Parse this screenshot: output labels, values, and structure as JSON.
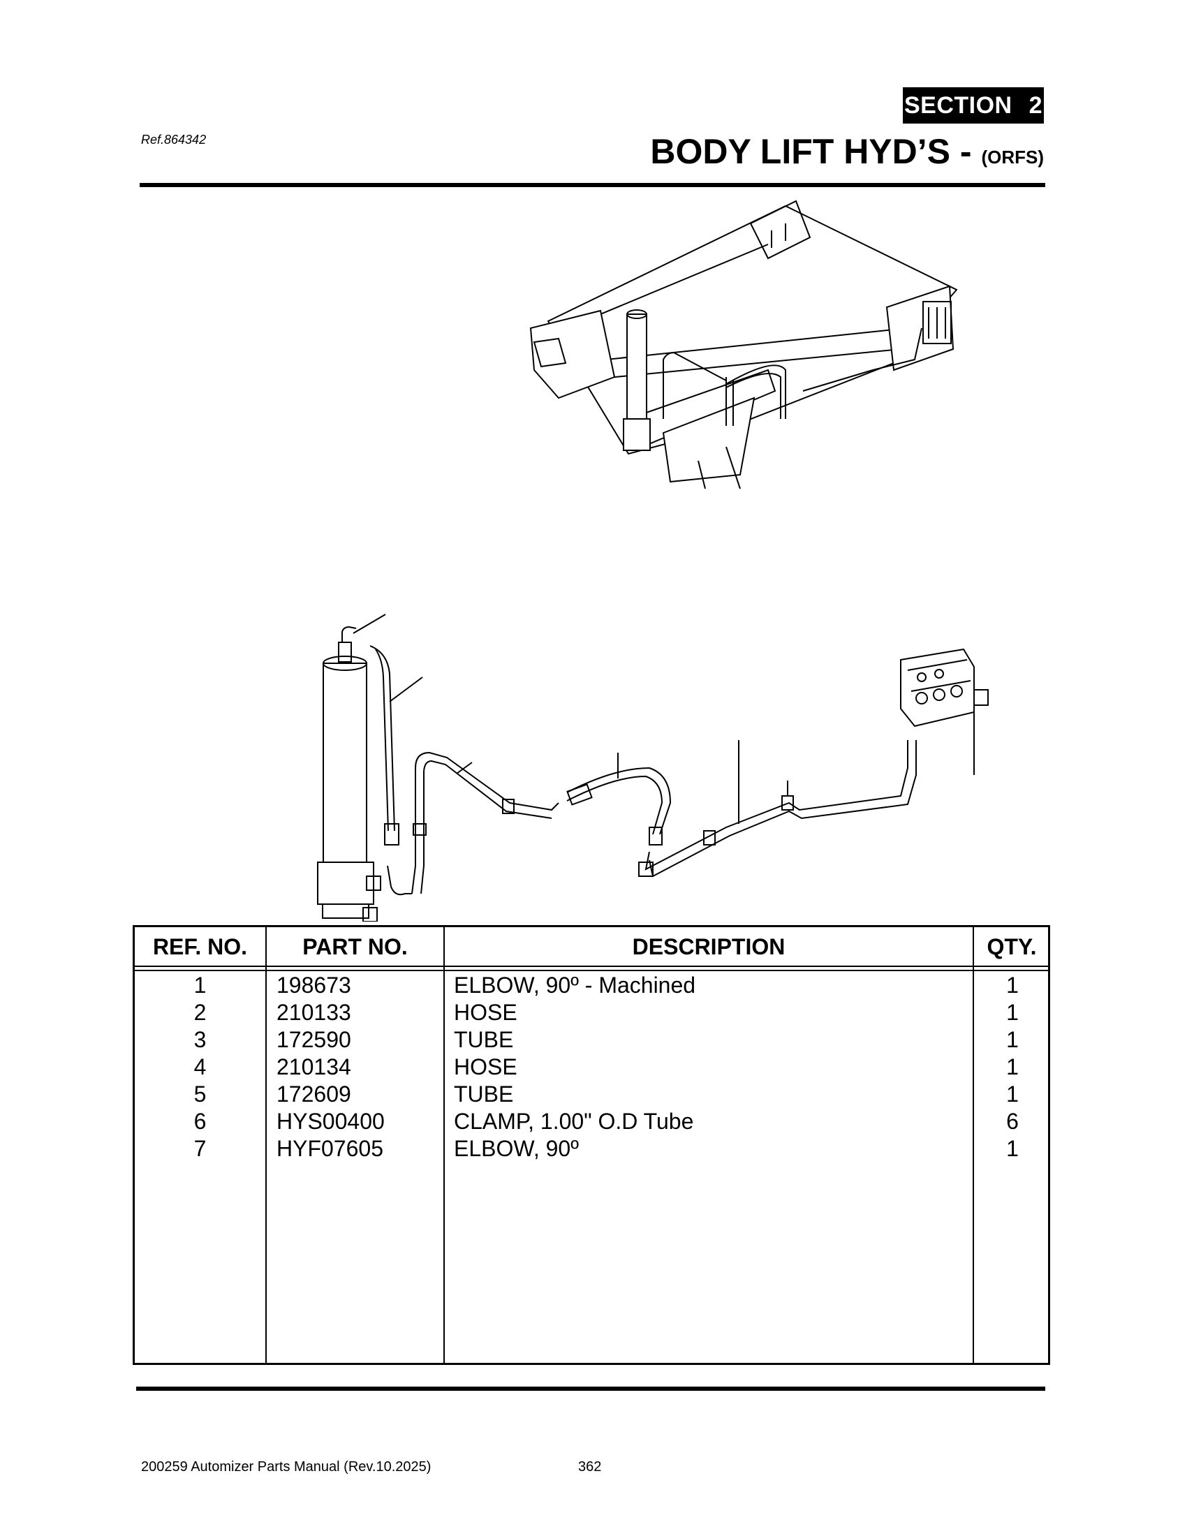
{
  "header": {
    "section_label": "SECTION",
    "section_number": "2",
    "reference": "Ref.864342",
    "title_main": "BODY LIFT HYD’S - ",
    "title_sub": "(ORFS)"
  },
  "parts_table": {
    "headers": [
      "REF. NO.",
      "PART NO.",
      "DESCRIPTION",
      "QTY."
    ],
    "rows": [
      {
        "ref": "1",
        "part": "198673",
        "desc": "ELBOW, 90º - Machined",
        "qty": "1"
      },
      {
        "ref": "2",
        "part": "210133",
        "desc": "HOSE",
        "qty": "1"
      },
      {
        "ref": "3",
        "part": "172590",
        "desc": "TUBE",
        "qty": "1"
      },
      {
        "ref": "4",
        "part": "210134",
        "desc": "HOSE",
        "qty": "1"
      },
      {
        "ref": "5",
        "part": "172609",
        "desc": "TUBE",
        "qty": "1"
      },
      {
        "ref": "6",
        "part": "HYS00400",
        "desc": "CLAMP, 1.00\" O.D Tube",
        "qty": "6"
      },
      {
        "ref": "7",
        "part": "HYF07605",
        "desc": "ELBOW, 90º",
        "qty": "1"
      }
    ]
  },
  "footer": {
    "manual": "200259 Automizer Parts Manual (Rev.10.2025)",
    "page_number": "362"
  }
}
